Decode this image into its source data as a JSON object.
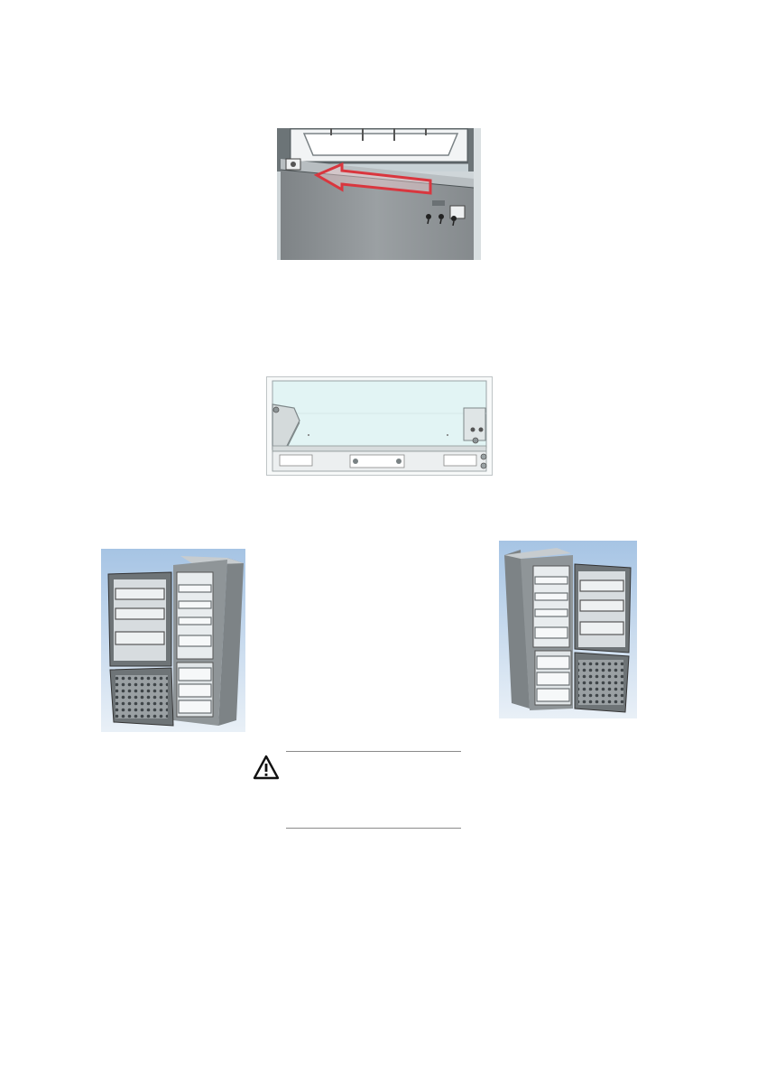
{
  "page": {
    "background": "#ffffff"
  },
  "figures": [
    {
      "id": "door-hinge-top",
      "icon": "refrigerator-door-top-hinge-illustration"
    },
    {
      "id": "base-plinth",
      "icon": "refrigerator-base-plinth-illustration"
    },
    {
      "id": "fridge-open-left",
      "icon": "refrigerator-left-hand-door-open-illustration"
    },
    {
      "id": "fridge-open-right",
      "icon": "refrigerator-right-hand-door-open-illustration"
    }
  ],
  "warning": {
    "icon": "warning-triangle-icon"
  },
  "colors": {
    "arrow_outline": "#d9363e",
    "cabinet_grey": "#8e9396",
    "sky_blue": "#a9c7e6",
    "plinth_panel": "#e2f4f4"
  }
}
